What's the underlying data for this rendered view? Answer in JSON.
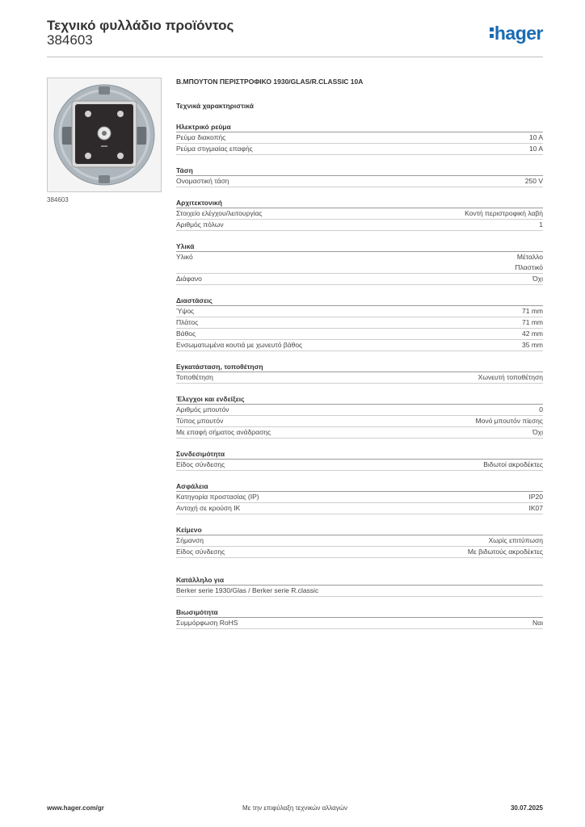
{
  "header": {
    "title": "Τεχνικό φυλλάδιο προϊόντος",
    "number": "384603",
    "logo": "hager"
  },
  "photo": {
    "caption": "384603"
  },
  "product": {
    "title": "Β.ΜΠΟΥΤΟΝ ΠΕΡΙΣΤΡΟΦΙΚΟ 1930/GLAS/R.CLASSIC 10A",
    "features_title": "Τεχνικά χαρακτηριστικά"
  },
  "sections": [
    {
      "title": "Ηλεκτρικό ρεύμα",
      "rows": [
        {
          "label": "Ρεύμα διακοπής",
          "value": [
            "10 A"
          ]
        },
        {
          "label": "Ρεύμα στιγμιαίας επαφής",
          "value": [
            "10 A"
          ]
        }
      ]
    },
    {
      "title": "Τάση",
      "rows": [
        {
          "label": "Ονομαστική τάση",
          "value": [
            "250 V"
          ]
        }
      ]
    },
    {
      "title": "Αρχιτεκτονική",
      "rows": [
        {
          "label": "Στοιχείο ελέγχου/λειτουργίας",
          "value": [
            "Κοντή περιστροφική λαβή"
          ]
        },
        {
          "label": "Αριθμός πόλων",
          "value": [
            "1"
          ]
        }
      ]
    },
    {
      "title": "Υλικά",
      "rows": [
        {
          "label": "Υλικό",
          "value": [
            "Μέταλλο",
            "Πλαστικό"
          ]
        },
        {
          "label": "Διάφανο",
          "value": [
            "Όχι"
          ]
        }
      ]
    },
    {
      "title": "Διαστάσεις",
      "rows": [
        {
          "label": "Ύψος",
          "value": [
            "71 mm"
          ]
        },
        {
          "label": "Πλάτος",
          "value": [
            "71 mm"
          ]
        },
        {
          "label": "Βάθος",
          "value": [
            "42 mm"
          ]
        },
        {
          "label": "Ενσωματωμένα κουτιά με χωνευτό βάθος",
          "value": [
            "35 mm"
          ]
        }
      ]
    },
    {
      "title": "Εγκατάσταση, τοποθέτηση",
      "rows": [
        {
          "label": "Τοποθέτηση",
          "value": [
            "Χωνευτή τοποθέτηση"
          ]
        }
      ]
    },
    {
      "title": "Έλεγχοι και ενδείξεις",
      "rows": [
        {
          "label": "Αριθμός μπουτόν",
          "value": [
            "0"
          ]
        },
        {
          "label": "Τύπος μπουτόν",
          "value": [
            "Μονό μπουτόν πίεσης"
          ]
        },
        {
          "label": "Με επαφή σήματος ανάδρασης",
          "value": [
            "Όχι"
          ]
        }
      ]
    },
    {
      "title": "Συνδεσιμότητα",
      "rows": [
        {
          "label": "Είδος σύνδεσης",
          "value": [
            "Βιδωτοί ακροδέκτες"
          ]
        }
      ]
    },
    {
      "title": "Ασφάλεια",
      "rows": [
        {
          "label": "Κατηγορία προστασίας (IP)",
          "value": [
            "IP20"
          ]
        },
        {
          "label": "Αντοχή σε κρούση IK",
          "value": [
            "IK07"
          ]
        }
      ]
    },
    {
      "title": "Κείμενο",
      "rows": [
        {
          "label": "Σήμανση",
          "value": [
            "Χωρίς επιτύπωση"
          ]
        },
        {
          "label": "Είδος σύνδεσης",
          "value": [
            "Με βιδωτούς ακροδέκτες"
          ]
        }
      ]
    },
    {
      "title": "Κατάλληλο για",
      "gap": true,
      "rows": [
        {
          "label": "Berker serie 1930/Glas / Berker serie R.classic",
          "value": [
            ""
          ]
        }
      ]
    },
    {
      "title": "Βιωσιμότητα",
      "rows": [
        {
          "label": "Συμμόρφωση RoHS",
          "value": [
            "Ναι"
          ]
        }
      ]
    }
  ],
  "footer": {
    "website": "www.hager.com/gr",
    "notice": "Με την επιφύλαξη τεχνικών αλλαγών",
    "date": "30.07.2025"
  }
}
